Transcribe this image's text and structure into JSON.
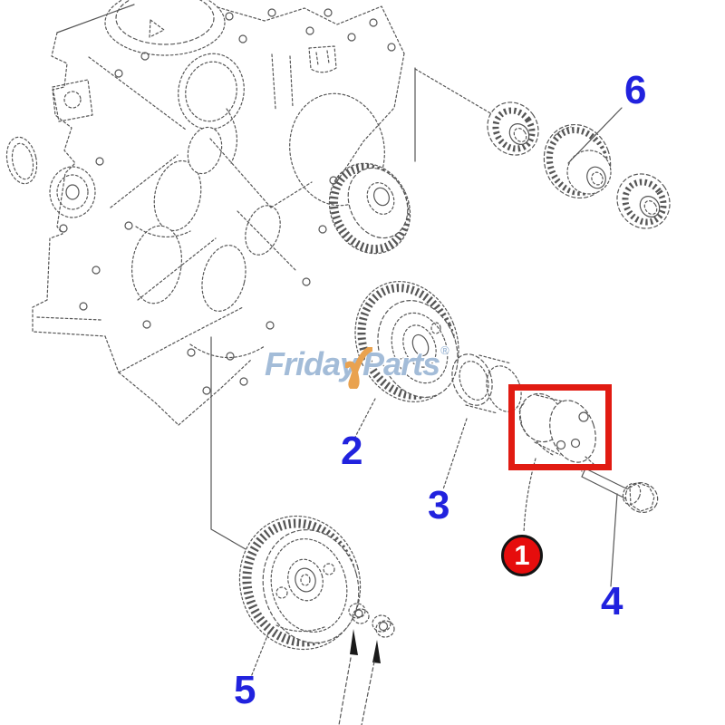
{
  "diagram": {
    "background": "#ffffff",
    "line_color": "#565656",
    "callouts": {
      "c1": {
        "label": "1",
        "shape": "red-circle",
        "fill": "#e60d0d",
        "text_color": "#ffffff",
        "ring_color": "#141414"
      },
      "c2": {
        "label": "2",
        "color": "#2122de"
      },
      "c3": {
        "label": "3",
        "color": "#2122de"
      },
      "c4": {
        "label": "4",
        "color": "#2122de"
      },
      "c5": {
        "label": "5",
        "color": "#2122de"
      },
      "c6": {
        "label": "6",
        "color": "#2122de"
      }
    },
    "highlight_box": {
      "stroke": "#e11b12"
    }
  },
  "watermark": {
    "first": "Friday",
    "second": "Parts",
    "registered": "®",
    "text_color": "#a3bcd8",
    "swoosh_color": "#e9a24f"
  }
}
